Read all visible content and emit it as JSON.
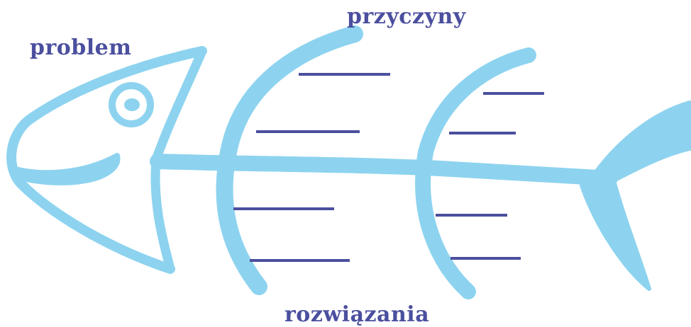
{
  "labels": {
    "problem": "problem",
    "causes": "przyczyny",
    "solutions": "rozwiązania"
  },
  "colors": {
    "fish": "#8dd3ef",
    "fish_inner": "#ffffff",
    "lines": "#4b4f9e",
    "text": "#4b4f9e"
  },
  "cause_lines_count": 4,
  "solution_lines_count": 4
}
